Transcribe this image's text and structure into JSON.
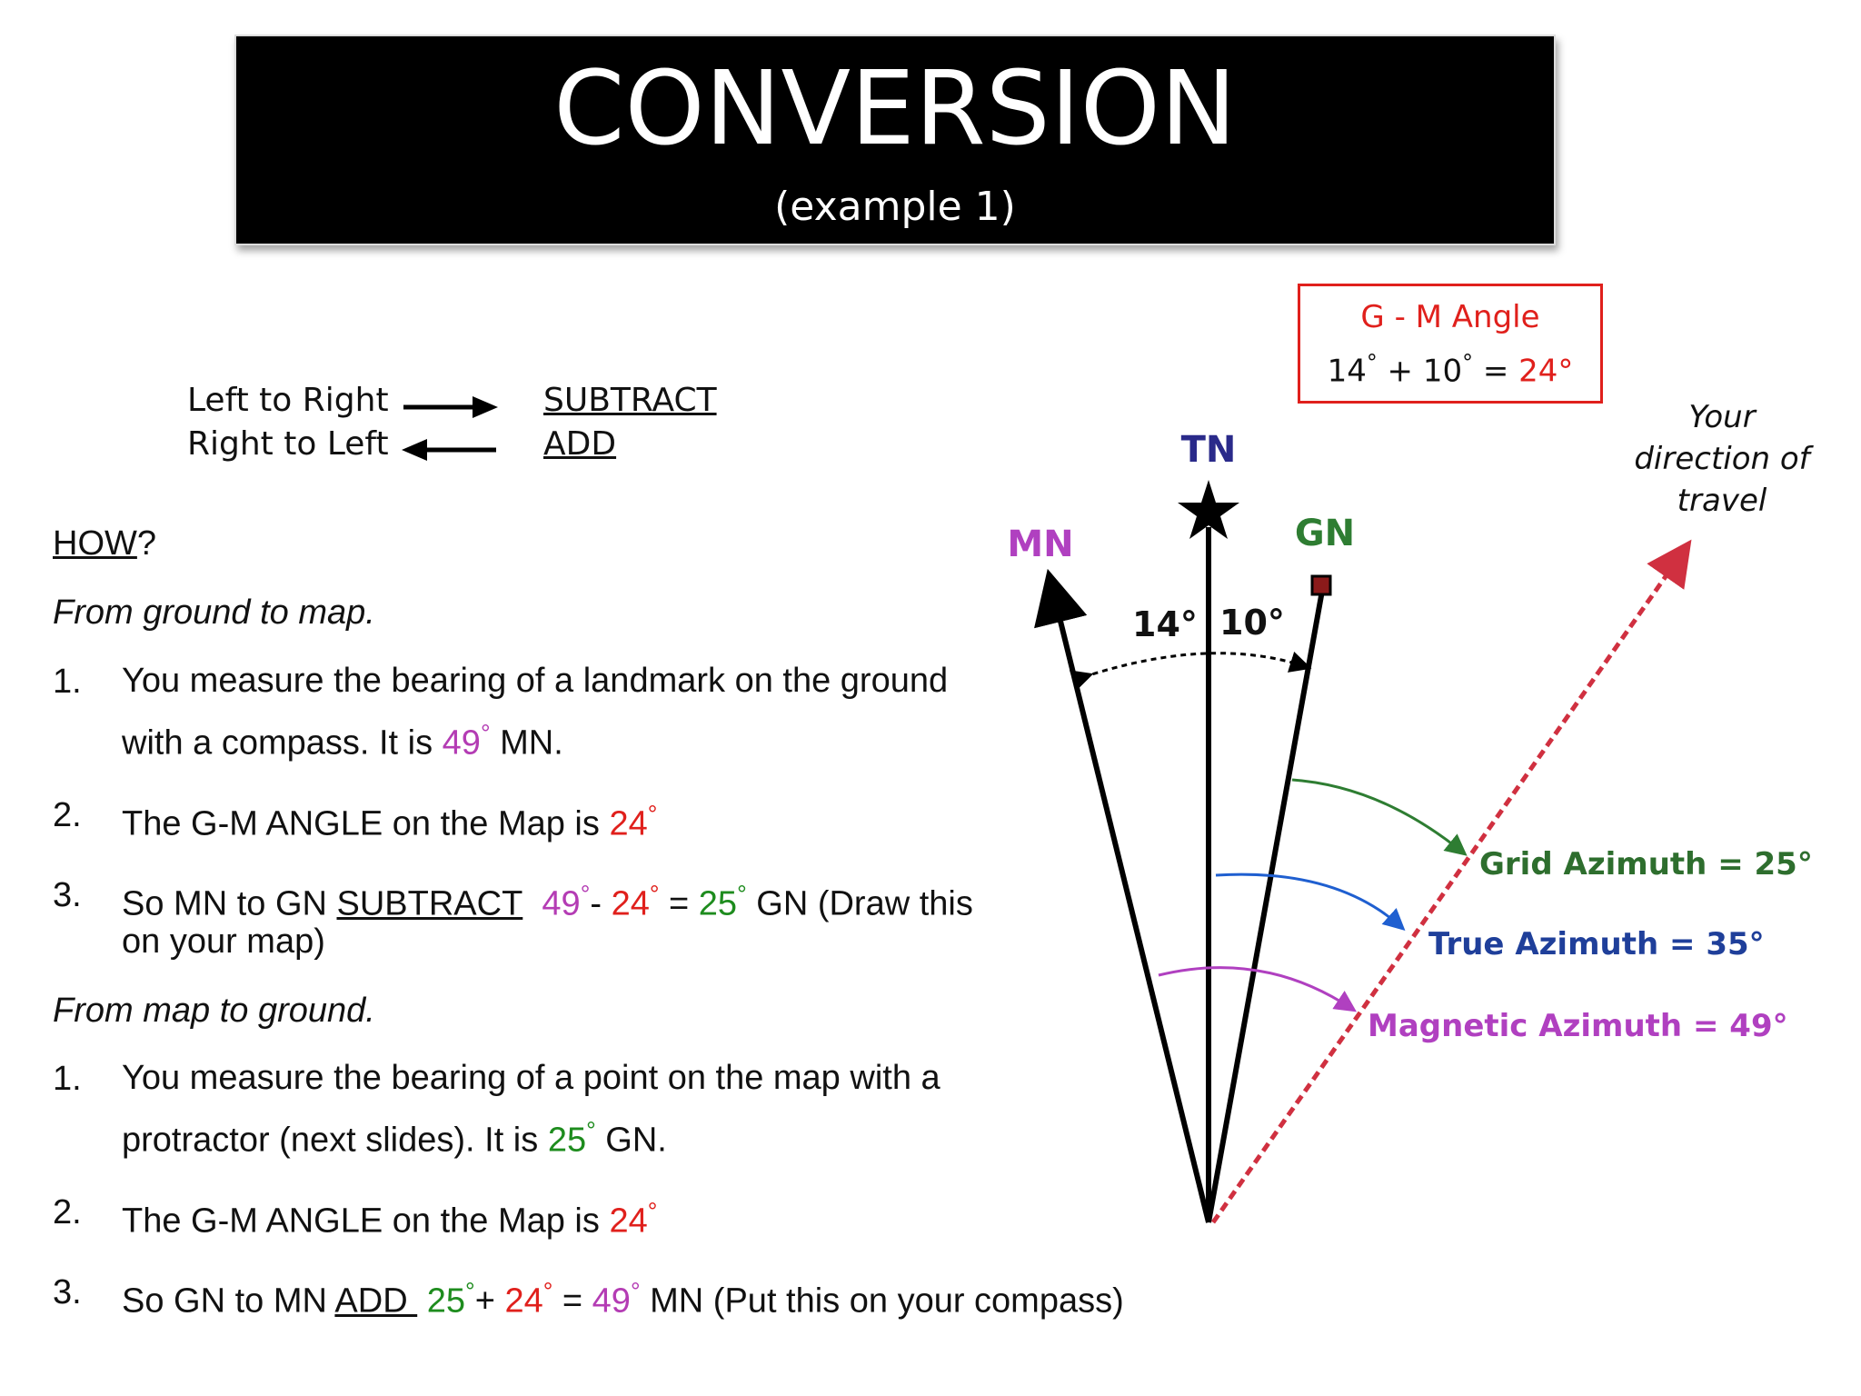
{
  "title": {
    "main": "CONVERSION",
    "sub": "(example 1)"
  },
  "gm_angle_box": {
    "title": "G - M Angle",
    "eq_a": "14",
    "eq_plus": " + 10",
    "eq_equals": " = ",
    "eq_result": "24°",
    "deg": "°"
  },
  "rules": [
    {
      "label": "Left to Right",
      "direction": "right-arrow",
      "operation": "SUBTRACT"
    },
    {
      "label": "Right to Left",
      "direction": "left-arrow",
      "operation": "ADD"
    }
  ],
  "how": {
    "heading": "HOW",
    "q": "?"
  },
  "section1": {
    "heading_a": "From ",
    "heading_b": "ground",
    "heading_c": " to ",
    "heading_d": "map",
    "heading_e": ".",
    "items": [
      {
        "num": "1.",
        "line1": "You measure the bearing of a landmark on the ground",
        "line2_a": "with a compass.  It is ",
        "line2_val": "49",
        "line2_b": " MN."
      },
      {
        "num": "2.",
        "text": "The G-M ANGLE on the Map is ",
        "val": "24"
      },
      {
        "num": "3.",
        "a": "So MN to GN ",
        "op": "SUBTRACT",
        "v1": "49",
        "dash": "- ",
        "v2": "24",
        "eq": " = ",
        "v3": "25",
        "tail": " GN (Draw this",
        "line2": "on your map)"
      }
    ]
  },
  "section2": {
    "heading_a": "From ",
    "heading_b": "map",
    "heading_c": " to ",
    "heading_d": "ground",
    "heading_e": ".",
    "items": [
      {
        "num": "1.",
        "line1": "You measure the bearing of a point on the map with a",
        "line2_a": "protractor (next slides).  It is ",
        "line2_val": "25",
        "line2_b": " GN."
      },
      {
        "num": "2.",
        "text": "The G-M ANGLE on the Map is ",
        "val": "24"
      },
      {
        "num": "3.",
        "a": "So GN to MN ",
        "op": "ADD ",
        "v1": "25",
        "plus": "+ ",
        "v2": "24",
        "eq": " = ",
        "v3": "49",
        "tail": " MN (Put this on your compass)"
      }
    ]
  },
  "diagram": {
    "tn": "TN",
    "mn": "MN",
    "gn": "GN",
    "angle_left": "14°",
    "angle_right": "10°",
    "grid_azimuth": "Grid Azimuth = 25°",
    "true_azimuth": "True Azimuth = 35°",
    "magnetic_azimuth": "Magnetic Azimuth = 49°",
    "travel_1": "Your",
    "travel_2": "direction of",
    "travel_3": "travel"
  },
  "colors": {
    "red": "#e0201c",
    "purple": "#b43cb4",
    "green": "#1e8c1e",
    "grid_green": "#2e7d32",
    "true_blue": "#1f3f9a",
    "mn_purple": "#b040c0",
    "dashed_red": "#d03040"
  },
  "degree": "°"
}
